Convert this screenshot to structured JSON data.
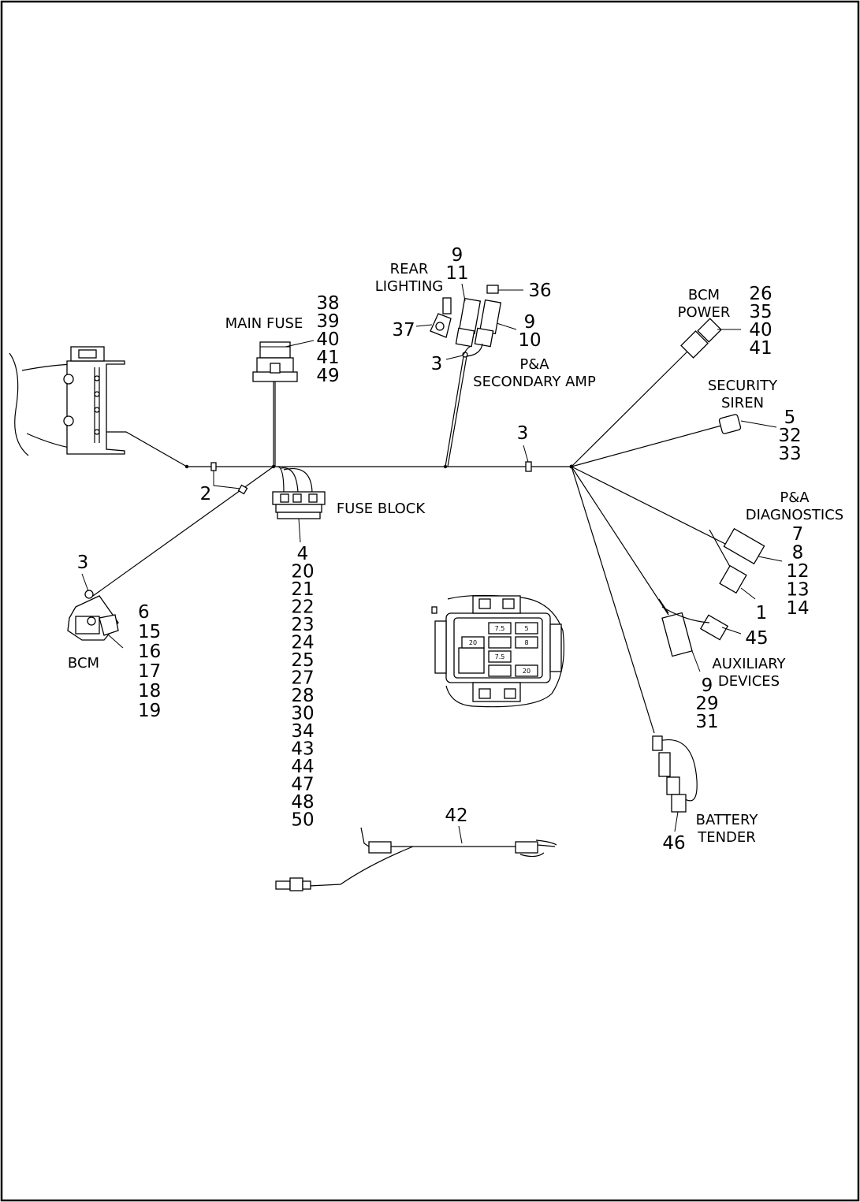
{
  "labels": {
    "main_fuse": "MAIN FUSE",
    "rear_lighting": [
      "REAR",
      "LIGHTING"
    ],
    "bcm_power": [
      "BCM",
      "POWER"
    ],
    "security_siren": [
      "SECURITY",
      "SIREN"
    ],
    "pa_secondary_amp": [
      "P&A",
      "SECONDARY AMP"
    ],
    "pa_diagnostics": [
      "P&A",
      "DIAGNOSTICS"
    ],
    "fuse_block": "FUSE BLOCK",
    "bcm": "BCM",
    "auxiliary_devices": [
      "AUXILIARY",
      "DEVICES"
    ],
    "battery_tender": [
      "BATTERY",
      "TENDER"
    ]
  },
  "callouts": {
    "main_fuse": [
      "38",
      "39",
      "40",
      "41",
      "49"
    ],
    "rear_lighting_top": [
      "9",
      "11"
    ],
    "plug_36": "36",
    "item_37": "37",
    "secondary_amp_conn": [
      "9",
      "10"
    ],
    "clip_3_amp": "3",
    "bcm_power": [
      "26",
      "35",
      "40",
      "41"
    ],
    "security_siren": [
      "5",
      "32",
      "33"
    ],
    "clip_3_trunk": "3",
    "clip_2": "2",
    "clip_3_bcm": "3",
    "bcm": [
      "6",
      "15",
      "16",
      "17",
      "18",
      "19"
    ],
    "fuse_block": [
      "4",
      "20",
      "21",
      "22",
      "23",
      "24",
      "25",
      "27",
      "28",
      "30",
      "34",
      "43",
      "44",
      "47",
      "48",
      "50"
    ],
    "pa_diagnostics": [
      "7",
      "8",
      "12",
      "13",
      "14"
    ],
    "diag_conn_1": "1",
    "aux_45": "45",
    "auxiliary_devices": [
      "9",
      "29",
      "31"
    ],
    "harness_42": "42",
    "battery_tender": "46"
  },
  "fuse_block_detail": {
    "slots": [
      "20",
      "7.5",
      "5",
      "",
      "8",
      "7.5",
      "",
      "20"
    ]
  }
}
